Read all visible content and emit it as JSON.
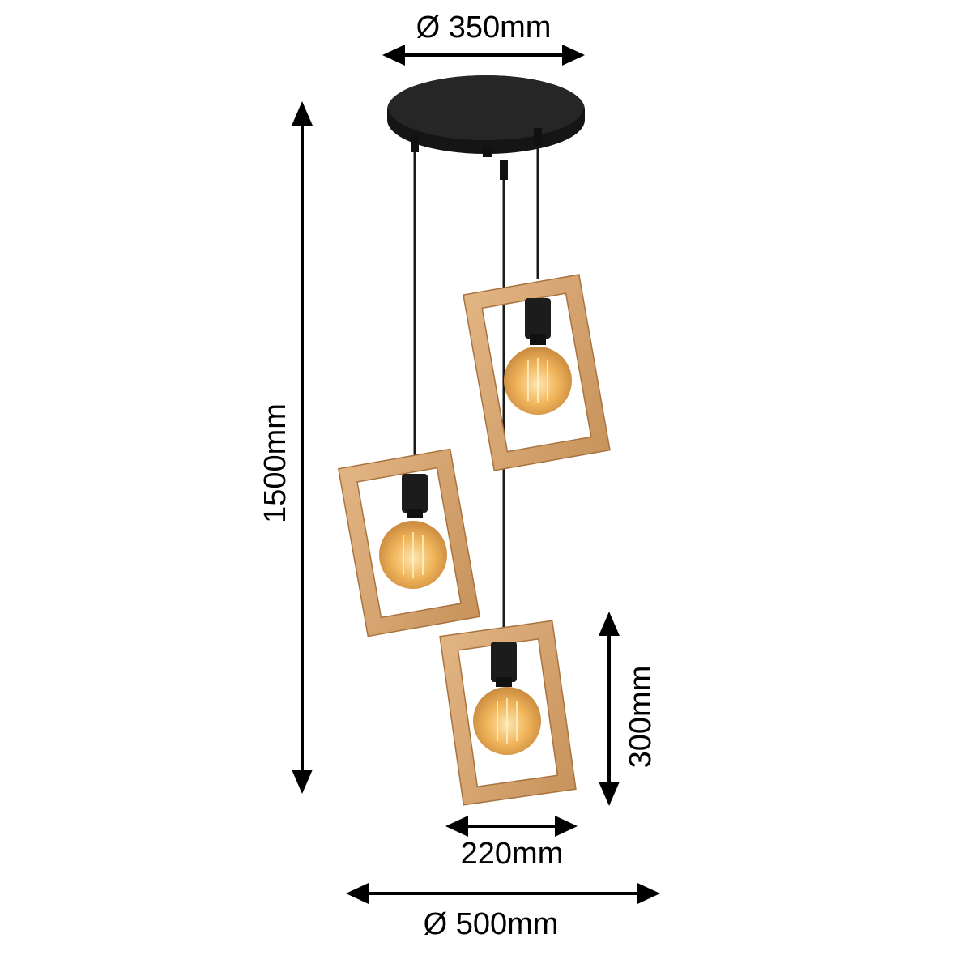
{
  "dimensions": {
    "canopy_diameter": "Ø 350mm",
    "overall_height": "1500mm",
    "frame_height": "300mm",
    "frame_width": "220mm",
    "overall_diameter": "Ø 500mm"
  },
  "colors": {
    "canopy": "#1f1f1f",
    "cable": "#1a1a1a",
    "wood": "#d9a875",
    "wood_dark": "#b98550",
    "bulb_glow": "#f0b45a",
    "arrow": "#000000"
  }
}
